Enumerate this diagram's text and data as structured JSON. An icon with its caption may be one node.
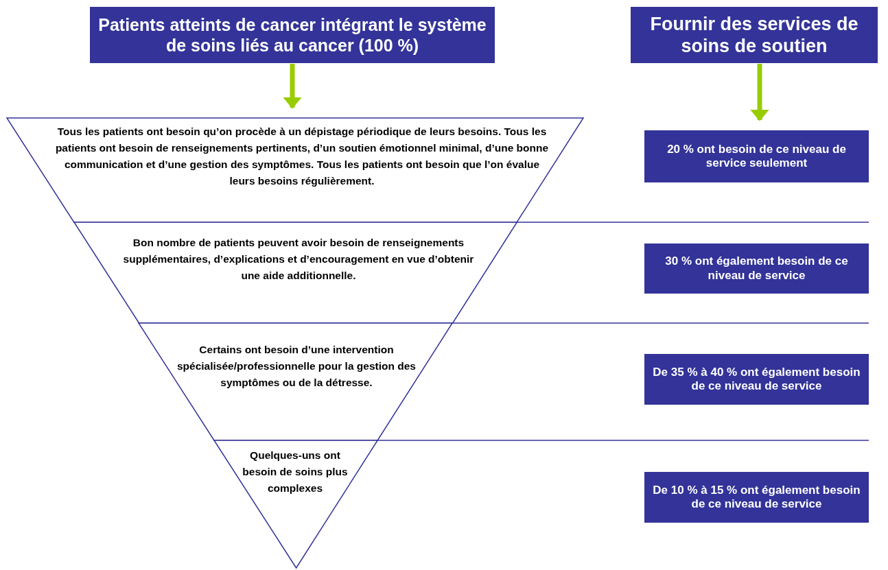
{
  "diagram": {
    "nodes": [
      {
        "text": [
          "Patients atteints de cancer intégrant le système de soins liés au cancer (100 %)"
        ]
      },
      {
        "text": [
          "Fournir des services de soins de soutien"
        ]
      },
      {
        "text": [
          "Tous les patients ont besoin qu’on procède à un dépistage périodique de leurs besoins. Tous les patients ont besoin de renseignements pertinents, d’un soutien émotionnel minimal, d’une bonne communication et d’une gestion des symptômes. Tous les patients ont besoin que l’on évalue leurs besoins régulièrement."
        ]
      },
      {
        "text": [
          "Bon nombre de patients peuvent avoir besoin de renseignements supplémentaires, d’explications et d’encouragement en vue d’obtenir une aide additionnelle."
        ]
      },
      {
        "text": [
          "Certains ont besoin d’une intervention spécialisée/professionnelle pour la gestion des symptômes ou de la détresse."
        ]
      },
      {
        "text": [
          "Quelques-uns ont besoin de soins plus complexes"
        ]
      },
      {
        "text": [
          "20 % ont besoin de ce niveau de service seulement"
        ]
      },
      {
        "text": [
          "30 % ont également besoin de ce niveau de service"
        ]
      },
      {
        "text": [
          "De 35 % à 40 % ont également besoin de ce niveau de service"
        ]
      },
      {
        "text": [
          "De 10 % à 15 % ont également besoin de ce niveau de service"
        ]
      }
    ],
    "edges": [
      {
        "from": 0,
        "to": 2,
        "arrow": "to"
      },
      {
        "from": 1,
        "to": 6,
        "arrow": "to"
      }
    ]
  }
}
